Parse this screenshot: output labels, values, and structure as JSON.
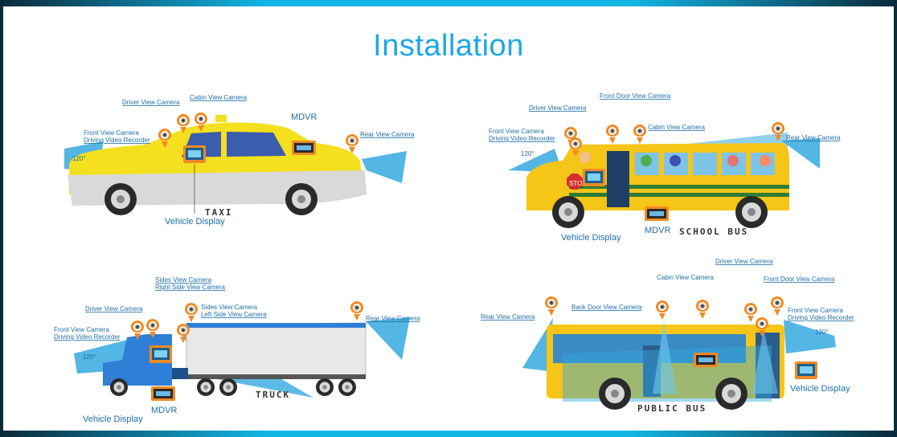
{
  "page": {
    "title": "Installation"
  },
  "taxi": {
    "name": "TAXI",
    "labels": {
      "driver_view": "Driver View Camera",
      "cabin_view": "Cabin View Camera",
      "mdvr": "MDVR",
      "rear_view": "Rear View Camera",
      "front_view_1": "Front View Camera",
      "front_view_2": "Driving Video Recorder",
      "angle": "120°",
      "vehicle_display": "Vehicle Display"
    }
  },
  "school_bus": {
    "name": "SCHOOL BUS",
    "labels": {
      "front_door": "Front Door View Camera",
      "driver_view": "Driver View Camera",
      "cabin_view": "Cabin View Camera",
      "front_view_1": "Front View Camera",
      "front_view_2": "Driving Video Recorder",
      "rear_view": "Rear View Camera",
      "angle": "120°",
      "stop": "STOP",
      "vehicle_display": "Vehicle Display",
      "mdvr": "MDVR"
    }
  },
  "truck": {
    "name": "TRUCK",
    "labels": {
      "side_view_1": "Sides View Camera",
      "side_view_2": "Right Side View Camera",
      "driver_view": "Driver View Camera",
      "left_side_1": "Sides View Camera",
      "left_side_2": "Left Side View Camera",
      "rear_view": "Rear View Camera",
      "front_view_1": "Front View Camera",
      "front_view_2": "Driving Video Recorder",
      "angle": "120°",
      "mdvr": "MDVR",
      "vehicle_display": "Vehicle Display"
    }
  },
  "public_bus": {
    "name": "PUBLIC BUS",
    "labels": {
      "driver_view": "Driver View Camera",
      "cabin_view": "Cabin View Camera",
      "front_door": "Front Door View Camera",
      "rear_view": "Rear View Camera",
      "back_door": "Back Door View Camera",
      "front_view_1": "Front View Camera",
      "front_view_2": "Driving Video Recorder",
      "angle": "120°",
      "vehicle_display": "Vehicle Display"
    }
  },
  "colors": {
    "accent": "#1ba8e6",
    "pin": "#f08a24",
    "label": "#1d6ea8",
    "taxi_yellow": "#f4e01e",
    "bus_yellow": "#f5c518",
    "truck_blue": "#2f7fd6",
    "view_cone": "#35a9e0"
  }
}
